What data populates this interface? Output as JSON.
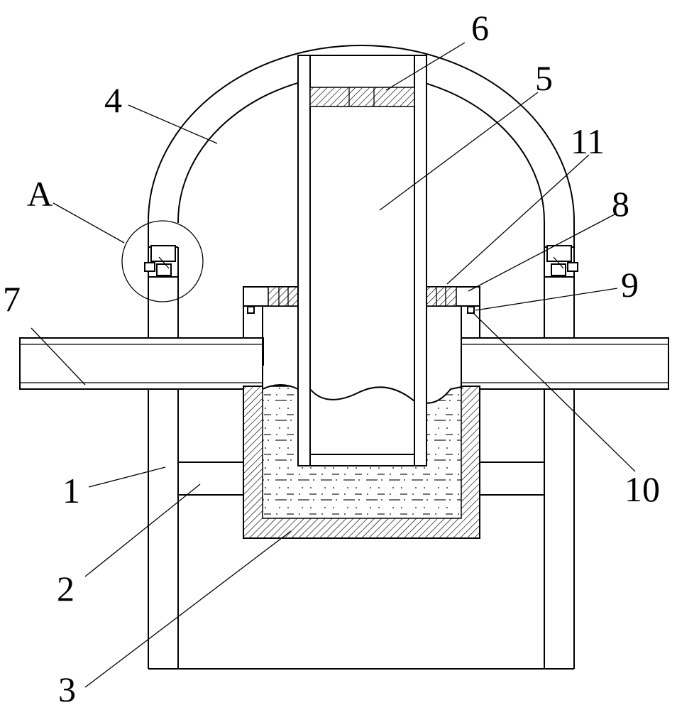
{
  "labels": {
    "n1": "1",
    "n2": "2",
    "n3": "3",
    "n4": "4",
    "n5": "5",
    "n6": "6",
    "n7": "7",
    "n8": "8",
    "n9": "9",
    "n10": "10",
    "n11": "11",
    "detail_a": "A"
  },
  "colors": {
    "line": "#000000",
    "background": "#ffffff"
  }
}
